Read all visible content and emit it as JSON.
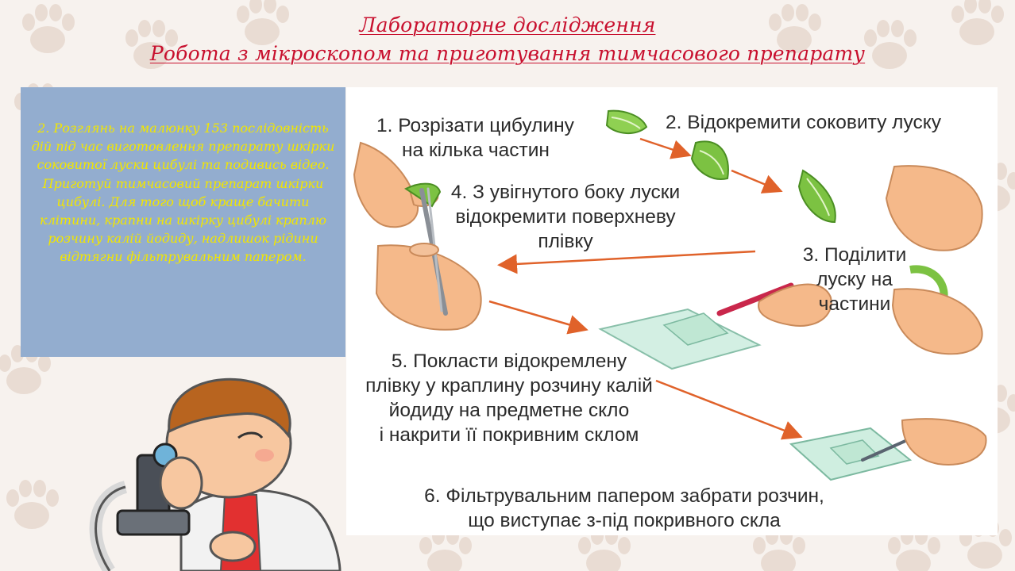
{
  "title": {
    "line1": "Лабораторне дослідження ",
    "line2": "Робота з мікроскопом та приготування тимчасового препарату"
  },
  "task": {
    "text": "2. Розглянь на малюнку 153 послідовність дій під час виготовлення препарату шкірки соковитої луски цибулі та подивись відео. Приготуй тимчасовий препарат шкірки цибулі. Для того щоб краще бачити клітини, крапни на шкірку цибулі краплю розчину калій йодиду, надлишок рідини відтягни фільтрувальним папером."
  },
  "steps": {
    "s1": {
      "line1": "1. Розрізати цибулину",
      "line2": "на кілька частин"
    },
    "s2": {
      "line1": "2. Відокремити соковиту луску"
    },
    "s3": {
      "line1": "3. Поділити",
      "line2": "луску на",
      "line3": "частини"
    },
    "s4": {
      "line1": "4. З увігнутого боку луски",
      "line2": "відокремити поверхневу",
      "line3": "плівку"
    },
    "s5": {
      "line1": "5. Покласти відокремлену",
      "line2": "плівку у краплину розчину калій",
      "line3": "йодиду на предметне скло",
      "line4": "і накрити її покривним склом"
    },
    "s6": {
      "line1": "6. Фільтрувальним папером забрати розчин,",
      "line2": "що виступає з-під покривного скла"
    }
  },
  "colors": {
    "title": "#c8102e",
    "task_bg": "#93adcf",
    "task_text": "#f2e600",
    "arrow": "#e0622a",
    "skin": "#f5b98a",
    "onion": "#7cc242"
  }
}
